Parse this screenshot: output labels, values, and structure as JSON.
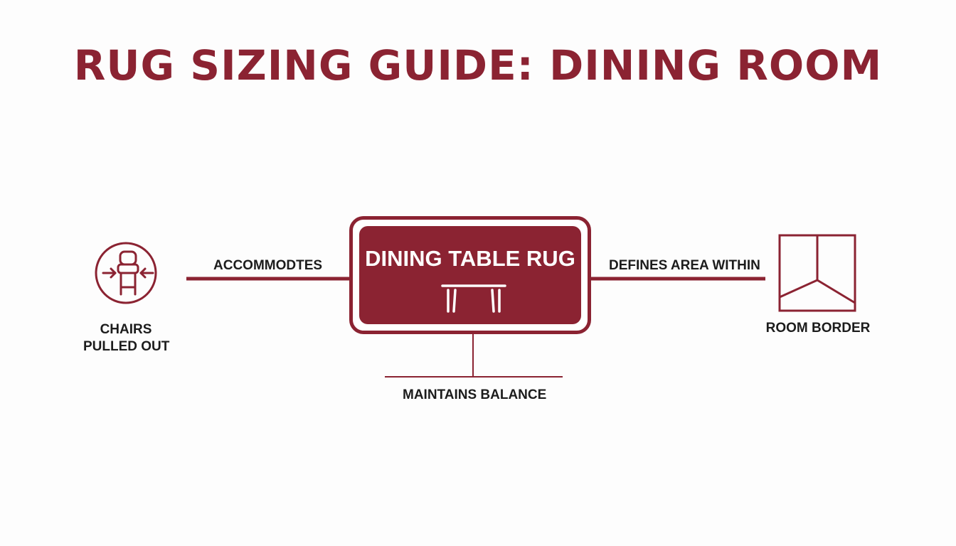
{
  "title": "RUG SIZING GUIDE: DINING ROOM",
  "colors": {
    "accent": "#8b2332",
    "text": "#1c1c1c",
    "background": "#fdfdfd"
  },
  "center_node": {
    "label": "DINING TABLE RUG",
    "icon": "table-icon"
  },
  "left_node": {
    "label_line1": "CHAIRS",
    "label_line2": "PULLED OUT",
    "icon": "chair-pull-out-icon",
    "edge_label": "ACCOMMODTES"
  },
  "right_node": {
    "label": "ROOM BORDER",
    "icon": "room-corner-icon",
    "edge_label": "DEFINES AREA WITHIN"
  },
  "bottom_node": {
    "edge_label": "MAINTAINS BALANCE"
  }
}
